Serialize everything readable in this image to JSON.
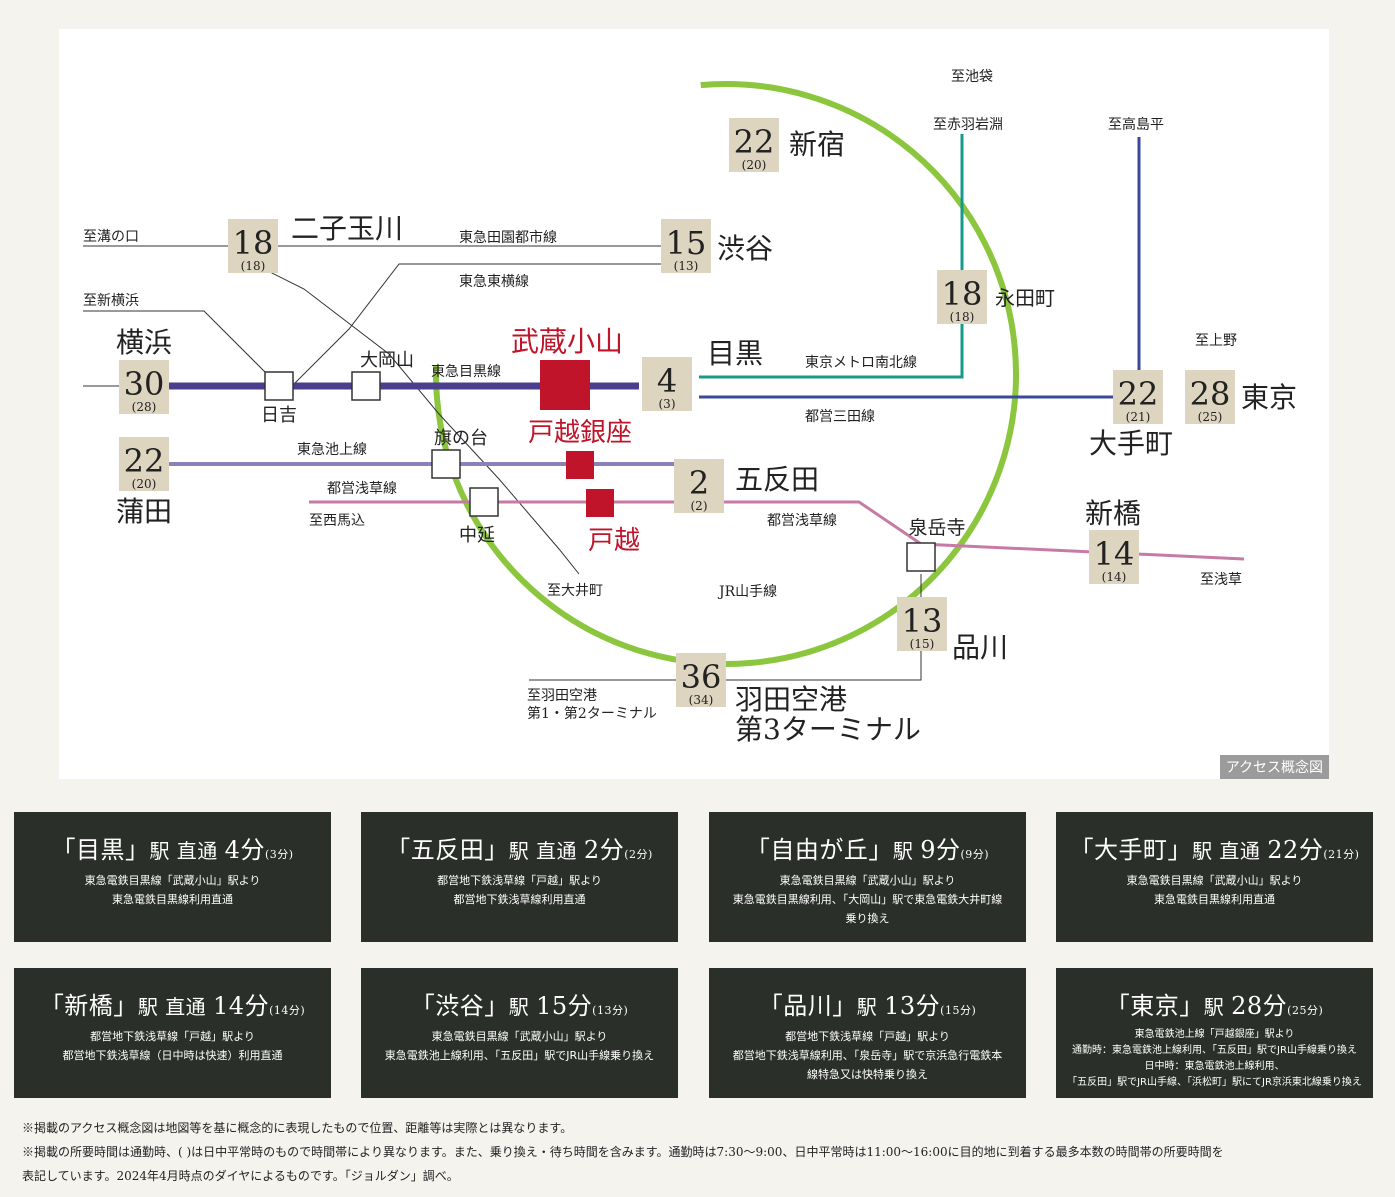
{
  "map": {
    "badge": "アクセス概念図",
    "directions": {
      "ikebukuro": "至池袋",
      "akabaneiwabuchi": "至赤羽岩淵",
      "takashimadaira": "至高島平",
      "mizonokuchi": "至溝の口",
      "shinyokohama": "至新横浜",
      "ueno": "至上野",
      "nishimagome": "至西馬込",
      "oimachi": "至大井町",
      "asakusa": "至浅草",
      "haneda_t12": [
        "至羽田空港",
        "第1・第2ターミナル"
      ]
    },
    "line_labels": {
      "den_en_toshi": "東急田園都市線",
      "toyoko": "東急東横線",
      "meguro_line": "東急目黒線",
      "namboku": "東京メトロ南北線",
      "mita": "都営三田線",
      "ikegami": "東急池上線",
      "asakusa_w": "都営浅草線",
      "asakusa_e": "都営浅草線",
      "yamanote": "JR山手線"
    },
    "stations": {
      "musashikoyama": "武蔵小山",
      "togoshiginza": "戸越銀座",
      "togoshi": "戸越",
      "hiyoshi": "日吉",
      "ookayama": "大岡山",
      "hatanodai": "旗の台",
      "nakanobu": "中延",
      "sengakuji": "泉岳寺"
    },
    "times": [
      {
        "name": "新宿",
        "time": "22",
        "day": "(20)"
      },
      {
        "name": "渋谷",
        "time": "15",
        "day": "(13)"
      },
      {
        "name": "二子玉川",
        "time": "18",
        "day": "(18)"
      },
      {
        "name": "永田町",
        "time": "18",
        "day": "(18)"
      },
      {
        "name": "横浜",
        "time": "30",
        "day": "(28)"
      },
      {
        "name": "目黒",
        "time": "4",
        "day": "(3)"
      },
      {
        "name": "大手町",
        "time": "22",
        "day": "(21)"
      },
      {
        "name": "東京",
        "time": "28",
        "day": "(25)"
      },
      {
        "name": "蒲田",
        "time": "22",
        "day": "(20)"
      },
      {
        "name": "五反田",
        "time": "2",
        "day": "(2)"
      },
      {
        "name": "新橋",
        "time": "14",
        "day": "(14)"
      },
      {
        "name": "品川",
        "time": "13",
        "day": "(15)"
      },
      {
        "name": "羽田空港\n第3ターミナル",
        "time": "36",
        "day": "(34)"
      }
    ],
    "colors": {
      "yamanote": "#8cc63f",
      "meguro": "#4a3f8f",
      "namboku": "#159a8c",
      "mita": "#3a4a9a",
      "ikegami": "#8c80b8",
      "asakusa": "#c77aa6",
      "accent_red": "#c0142a",
      "box": "#ddd5c0"
    }
  },
  "cards": [
    {
      "pre": "「目黒」",
      "mid": "駅 直通 ",
      "big": "4分",
      "sm": "(3分)",
      "lines": [
        "東急電鉄目黒線「武蔵小山」駅より",
        "東急電鉄目黒線利用直通"
      ]
    },
    {
      "pre": "「五反田」",
      "mid": "駅 直通 ",
      "big": "2分",
      "sm": "(2分)",
      "lines": [
        "都営地下鉄浅草線「戸越」駅より",
        "都営地下鉄浅草線利用直通"
      ]
    },
    {
      "pre": "「自由が丘」",
      "mid": "駅 ",
      "big": "9分",
      "sm": "(9分)",
      "lines": [
        "東急電鉄目黒線「武蔵小山」駅より",
        "東急電鉄目黒線利用、「大岡山」駅で東急電鉄大井町線",
        "乗り換え"
      ]
    },
    {
      "pre": "「大手町」",
      "mid": "駅 直通 ",
      "big": "22分",
      "sm": "(21分)",
      "lines": [
        "東急電鉄目黒線「武蔵小山」駅より",
        "東急電鉄目黒線利用直通"
      ]
    },
    {
      "pre": "「新橋」",
      "mid": "駅 直通 ",
      "big": "14分",
      "sm": "(14分)",
      "lines": [
        "都営地下鉄浅草線「戸越」駅より",
        "都営地下鉄浅草線（日中時は快速）利用直通"
      ]
    },
    {
      "pre": "「渋谷」",
      "mid": "駅 ",
      "big": "15分",
      "sm": "(13分)",
      "lines": [
        "東急電鉄目黒線「武蔵小山」駅より",
        "東急電鉄池上線利用、「五反田」駅でJR山手線乗り換え"
      ]
    },
    {
      "pre": "「品川」",
      "mid": "駅 ",
      "big": "13分",
      "sm": "(15分)",
      "lines": [
        "都営地下鉄浅草線「戸越」駅より",
        "都営地下鉄浅草線利用、「泉岳寺」駅で京浜急行電鉄本",
        "線特急又は快特乗り換え"
      ]
    },
    {
      "pre": "「東京」",
      "mid": "駅 ",
      "big": "28分",
      "sm": "(25分)",
      "lines": [
        "東急電鉄池上線「戸越銀座」駅より",
        "通勤時：東急電鉄池上線利用、「五反田」駅でJR山手線乗り換え",
        "日中時：東急電鉄池上線利用、",
        "「五反田」駅でJR山手線、「浜松町」駅にてJR京浜東北線乗り換え"
      ]
    }
  ],
  "notes": [
    "※掲載のアクセス概念図は地図等を基に概念的に表現したもので位置、距離等は実際とは異なります。",
    "※掲載の所要時間は通勤時、( )は日中平常時のもので時間帯により異なります。また、乗り換え・待ち時間を含みます。通勤時は7:30～9:00、日中平常時は11:00～16:00に目的地に到着する最多本数の時間帯の所要時間を",
    "表記しています。2024年4月時点のダイヤによるものです。「ジョルダン」調べ。"
  ]
}
